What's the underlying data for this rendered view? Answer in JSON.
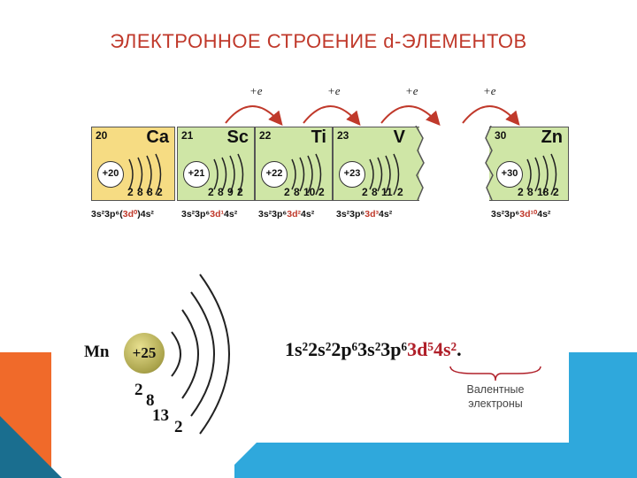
{
  "slide": {
    "title": "ЭЛЕКТРОННОЕ СТРОЕНИЕ d-ЭЛЕМЕНТОВ"
  },
  "top_figure": {
    "arrow_label": "+e",
    "elements": [
      {
        "z": "20",
        "symbol": "Ca",
        "nucleus": "+20",
        "shells": [
          "2",
          "8",
          "8",
          "2"
        ],
        "config_black": "3s²3p⁶(",
        "config_red": "3d⁰",
        "config_tail": ")4s²"
      },
      {
        "z": "21",
        "symbol": "Sc",
        "nucleus": "+21",
        "shells": [
          "2",
          "8",
          "9",
          "2"
        ],
        "config_black": "3s²3p⁶",
        "config_red": "3d¹",
        "config_tail": "4s²"
      },
      {
        "z": "22",
        "symbol": "Ti",
        "nucleus": "+22",
        "shells": [
          "2",
          "8",
          "10",
          "2"
        ],
        "config_black": "3s²3p⁶",
        "config_red": "3d²",
        "config_tail": "4s²"
      },
      {
        "z": "23",
        "symbol": "V",
        "nucleus": "+23",
        "shells": [
          "2",
          "8",
          "11",
          "2"
        ],
        "config_black": "3s²3p⁶",
        "config_red": "3d³",
        "config_tail": "4s²"
      },
      {
        "z": "30",
        "symbol": "Zn",
        "nucleus": "+30",
        "shells": [
          "2",
          "8",
          "18",
          "2"
        ],
        "config_black": "3s²3p⁶",
        "config_red": "3d¹⁰",
        "config_tail": "4s²"
      }
    ]
  },
  "mn_figure": {
    "symbol": "Mn",
    "nucleus": "+25",
    "shells": [
      "2",
      "8",
      "13",
      "2"
    ],
    "formula_black": "1s²2s²2p⁶3s²3p⁶",
    "formula_red": "3d⁵4s²",
    "formula_end": ".",
    "valence_label": "Валентные электроны"
  },
  "colors": {
    "title": "#c0392b",
    "ca_cell": "#f6dc83",
    "d_cell": "#cfe6a6",
    "accent_orange": "#f06a2a",
    "accent_blue": "#2fa8dc"
  }
}
